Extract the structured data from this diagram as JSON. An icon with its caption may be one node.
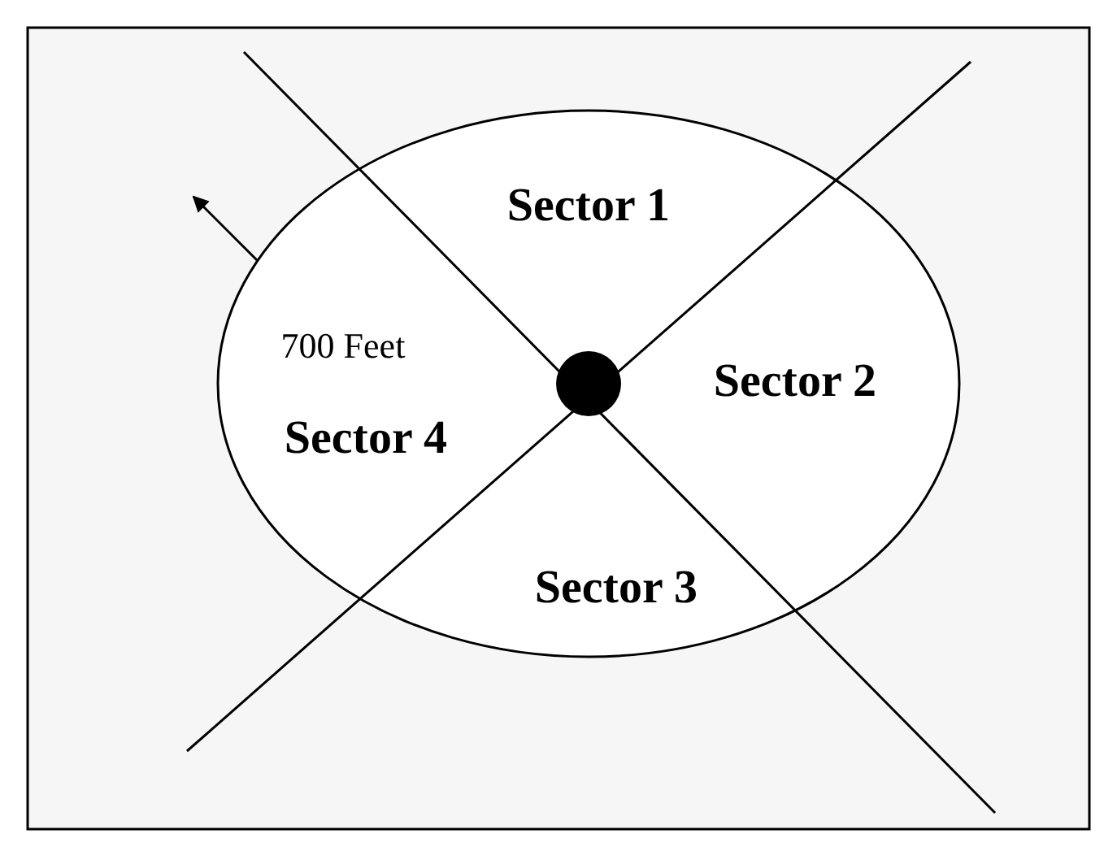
{
  "diagram": {
    "labels": [
      "Sector 1",
      "700 Feet",
      "Sector 2",
      "Sector 4",
      "Sector 3"
    ]
  }
}
